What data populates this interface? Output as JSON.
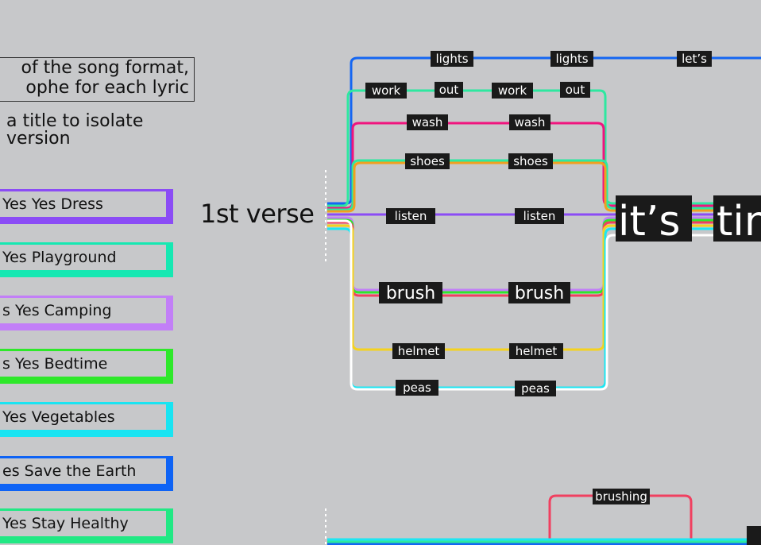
{
  "info": {
    "lines": [
      "of the song format,",
      "ophe for each lyric"
    ],
    "hint_lines": [
      "a title to isolate",
      "version"
    ]
  },
  "songs": [
    {
      "label": "Yes Yes Dress",
      "color": "#8b4cf5"
    },
    {
      "label": "Yes Playground",
      "color": "#16e8b2"
    },
    {
      "label": "s Yes Camping",
      "color": "#c27ff7"
    },
    {
      "label": "s Yes Bedtime",
      "color": "#2ee82a"
    },
    {
      "label": "Yes Vegetables",
      "color": "#19e4f2"
    },
    {
      "label": "es Save the Earth",
      "color": "#0e63f5"
    },
    {
      "label": "Yes Stay Healthy",
      "color": "#21e884"
    }
  ],
  "verse": {
    "label": "1st verse"
  },
  "words": {
    "lights_1": "lights",
    "lights_2": "lights",
    "lets": "let’s",
    "work_1": "work",
    "out_1": "out",
    "work_2": "work",
    "out_2": "out",
    "wash_1": "wash",
    "wash_2": "wash",
    "shoes_1": "shoes",
    "shoes_2": "shoes",
    "listen_1": "listen",
    "listen_2": "listen",
    "brush_1": "brush",
    "brush_2": "brush",
    "helmet_1": "helmet",
    "helmet_2": "helmet",
    "peas_1": "peas",
    "peas_2": "peas",
    "its": "it’s",
    "time": "tin",
    "brushing": "brushing"
  },
  "colors": {
    "blue": "#1466f2",
    "green": "#2ee8a0",
    "pink": "#f0147e",
    "orange": "#f0a020",
    "purple": "#8b4cf5",
    "yellow": "#f5d21e",
    "cyan": "#1ee6f2",
    "white": "#ffffff",
    "red": "#f04060",
    "label_bg": "#1a1a1a"
  }
}
